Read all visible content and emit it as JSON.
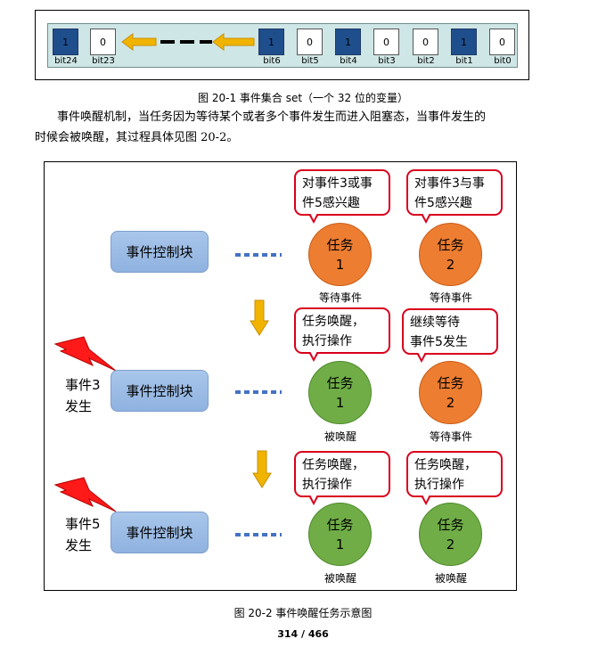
{
  "figure1": {
    "bits": [
      {
        "label": "bit24",
        "value": "1"
      },
      {
        "label": "bit23",
        "value": "0"
      },
      {
        "label": "bit6",
        "value": "1"
      },
      {
        "label": "bit5",
        "value": "0"
      },
      {
        "label": "bit4",
        "value": "1"
      },
      {
        "label": "bit3",
        "value": "0"
      },
      {
        "label": "bit2",
        "value": "0"
      },
      {
        "label": "bit1",
        "value": "1"
      },
      {
        "label": "bit0",
        "value": "0"
      }
    ],
    "caption": "图 20-1 事件集合 set（一个 32 位的变量）"
  },
  "paragraph": {
    "line1": "事件唤醒机制，当任务因为等待某个或者多个事件发生而进入阻塞态，当事件发生的",
    "line2": "时候会被唤醒，其过程具体见图 20-2。"
  },
  "figure2": {
    "ctrl_label": "事件控制块",
    "rows": [
      {
        "event": null,
        "tasks": [
          {
            "name": "任务",
            "num": "1",
            "color": "orange",
            "status": "等待事件",
            "bubble_l1": "对事件3或事",
            "bubble_l2": "件5感兴趣"
          },
          {
            "name": "任务",
            "num": "2",
            "color": "orange",
            "status": "等待事件",
            "bubble_l1": "对事件3与事",
            "bubble_l2": "件5感兴趣"
          }
        ]
      },
      {
        "event": {
          "l1": "事件3",
          "l2": "发生"
        },
        "tasks": [
          {
            "name": "任务",
            "num": "1",
            "color": "green",
            "status": "被唤醒",
            "bubble_l1": "任务唤醒，",
            "bubble_l2": "执行操作"
          },
          {
            "name": "任务",
            "num": "2",
            "color": "orange",
            "status": "等待事件",
            "bubble_l1": "继续等待",
            "bubble_l2": "事件5发生"
          }
        ]
      },
      {
        "event": {
          "l1": "事件5",
          "l2": "发生"
        },
        "tasks": [
          {
            "name": "任务",
            "num": "1",
            "color": "green",
            "status": "被唤醒",
            "bubble_l1": "任务唤醒，",
            "bubble_l2": "执行操作"
          },
          {
            "name": "任务",
            "num": "2",
            "color": "green",
            "status": "被唤醒",
            "bubble_l1": "任务唤醒，",
            "bubble_l2": "执行操作"
          }
        ]
      }
    ],
    "caption": "图 20-2 事件唤醒任务示意图"
  },
  "footer": {
    "page": "314 / 466"
  },
  "colors": {
    "bit_set": "#1f4e8c",
    "task_waiting": "#ed7d31",
    "task_woken": "#70ad47",
    "bubble_border": "#d9001b",
    "arrow": "#f0b400"
  }
}
